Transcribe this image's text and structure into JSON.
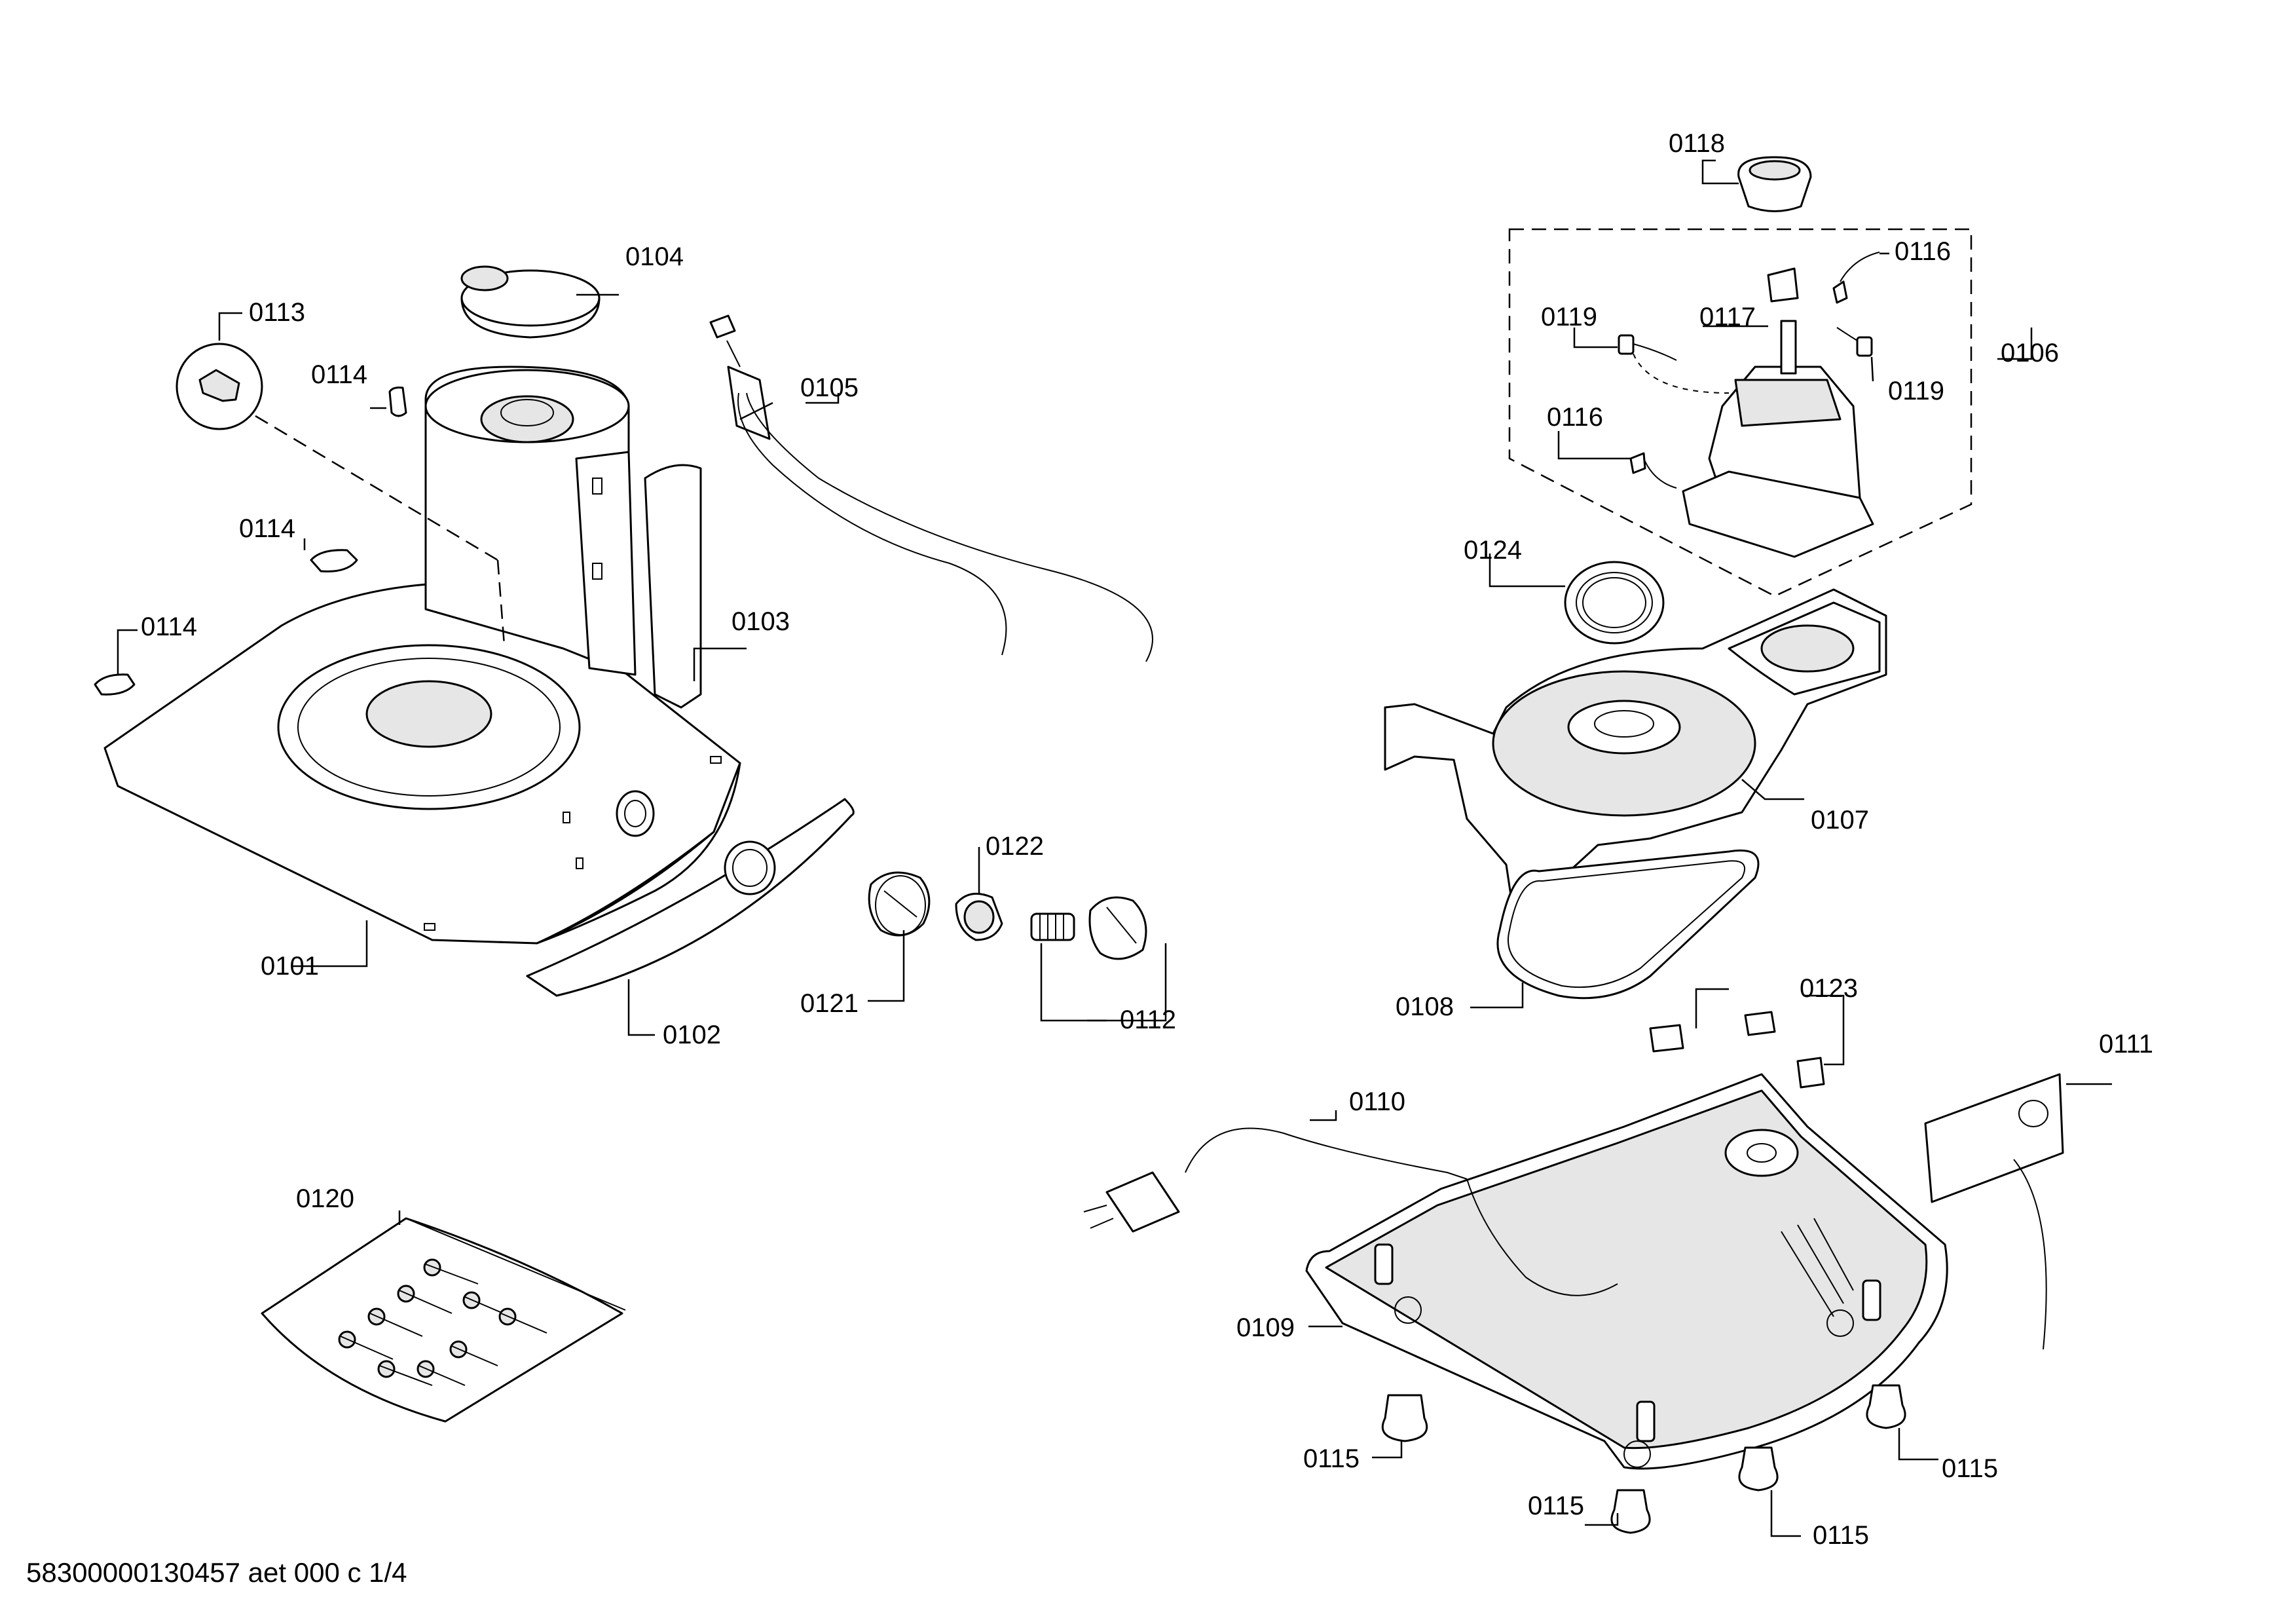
{
  "diagram": {
    "type": "exploded-parts-drawing",
    "footer_code": "58300000130457 aet 000 c 1/4",
    "part_labels": {
      "p0101": "0101",
      "p0102": "0102",
      "p0103": "0103",
      "p0104": "0104",
      "p0105": "0105",
      "p0106": "0106",
      "p0107": "0107",
      "p0108": "0108",
      "p0109": "0109",
      "p0110": "0110",
      "p0111": "0111",
      "p0112": "0112",
      "p0113": "0113",
      "p0114": "0114",
      "p0115": "0115",
      "p0116": "0116",
      "p0117": "0117",
      "p0118": "0118",
      "p0119": "0119",
      "p0120": "0120",
      "p0121": "0121",
      "p0122": "0122",
      "p0123": "0123",
      "p0124": "0124"
    }
  }
}
